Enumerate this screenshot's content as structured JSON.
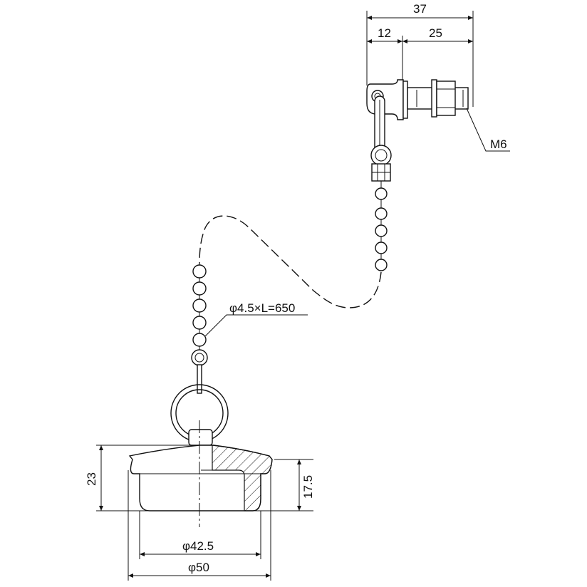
{
  "dimensions": {
    "overall_width": "37",
    "body_width": "12",
    "bolt_length": "25",
    "thread": "M6",
    "chain_spec": "φ4.5×L=650",
    "stopper_height": "23",
    "stopper_depth": "17.5",
    "stopper_inner_dia": "φ42.5",
    "stopper_outer_dia": "φ50"
  },
  "colors": {
    "line": "#111111",
    "background": "#ffffff"
  }
}
